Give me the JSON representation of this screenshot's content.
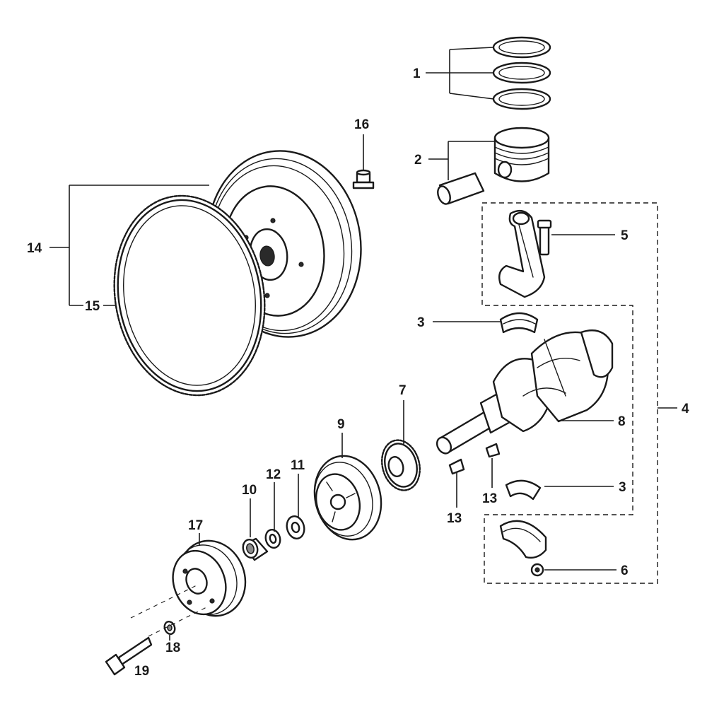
{
  "callouts": {
    "c1": "1",
    "c2": "2",
    "c3a": "3",
    "c3b": "3",
    "c4": "4",
    "c5": "5",
    "c6": "6",
    "c7": "7",
    "c8": "8",
    "c9": "9",
    "c10": "10",
    "c11": "11",
    "c12": "12",
    "c13a": "13",
    "c13b": "13",
    "c14": "14",
    "c15": "15",
    "c16": "16",
    "c17": "17",
    "c18": "18",
    "c19": "19"
  }
}
